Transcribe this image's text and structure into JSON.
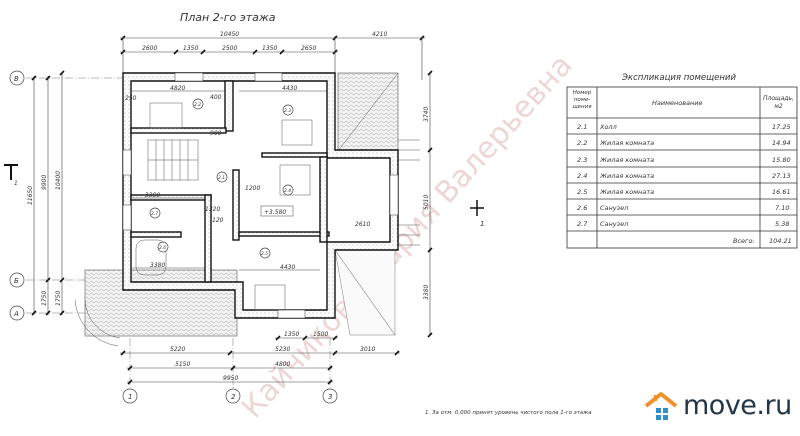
{
  "drawing": {
    "title": "План 2-го этажа",
    "elevation": "+3.580",
    "watermark": "Кайчикова Мария Валерьевна",
    "footnote": "1. За отм. 0,000 принят уровень чистого пола 1-го этажа",
    "section_mark": "1",
    "grid_axes_horizontal": [
      "В",
      "Б",
      "А"
    ],
    "grid_axes_vertical": [
      "1",
      "2",
      "3"
    ],
    "room_tags": [
      "2.1",
      "2.2",
      "2.3",
      "2.4",
      "2.5",
      "2.6",
      "2.7"
    ],
    "dims_top_overall": [
      "10450",
      "4210"
    ],
    "dims_top_segments": [
      "2600",
      "1350",
      "2500",
      "1350",
      "2650"
    ],
    "dims_bottom_row1": [
      "5220",
      "5230",
      "3010"
    ],
    "dims_bottom_row2": [
      "5150",
      "4800"
    ],
    "dims_bottom_total": "9950",
    "dims_bottom_openings": [
      "1350",
      "1500"
    ],
    "dims_left": [
      "11650",
      "9900",
      "10400",
      "1750",
      "1750"
    ],
    "dims_right": [
      "3740",
      "5010",
      "3380"
    ],
    "dims_interior": [
      "4820",
      "4430",
      "4430",
      "3380",
      "3380",
      "2610",
      "1320",
      "400",
      "250",
      "120",
      "900",
      "1200"
    ]
  },
  "explication": {
    "title": "Экспликация помещений",
    "headers": [
      "Номер поме-щения",
      "Наименование",
      "Площадь, м2"
    ],
    "rows": [
      {
        "num": "2.1",
        "name": "Холл",
        "area": "17.25"
      },
      {
        "num": "2.2",
        "name": "Жилая комната",
        "area": "14.94"
      },
      {
        "num": "2.3",
        "name": "Жилая комната",
        "area": "15.80"
      },
      {
        "num": "2.4",
        "name": "Жилая комната",
        "area": "27.13"
      },
      {
        "num": "2.5",
        "name": "Жилая комната",
        "area": "16.61"
      },
      {
        "num": "2.6",
        "name": "Санузел",
        "area": "7.10"
      },
      {
        "num": "2.7",
        "name": "Санузел",
        "area": "5.38"
      }
    ],
    "total_label": "Всего:",
    "total_value": "104.21"
  },
  "logo": {
    "text": "move.ru",
    "roof_color": "#f0922b",
    "window_color": "#2f8fc9",
    "text_color": "#243746"
  }
}
